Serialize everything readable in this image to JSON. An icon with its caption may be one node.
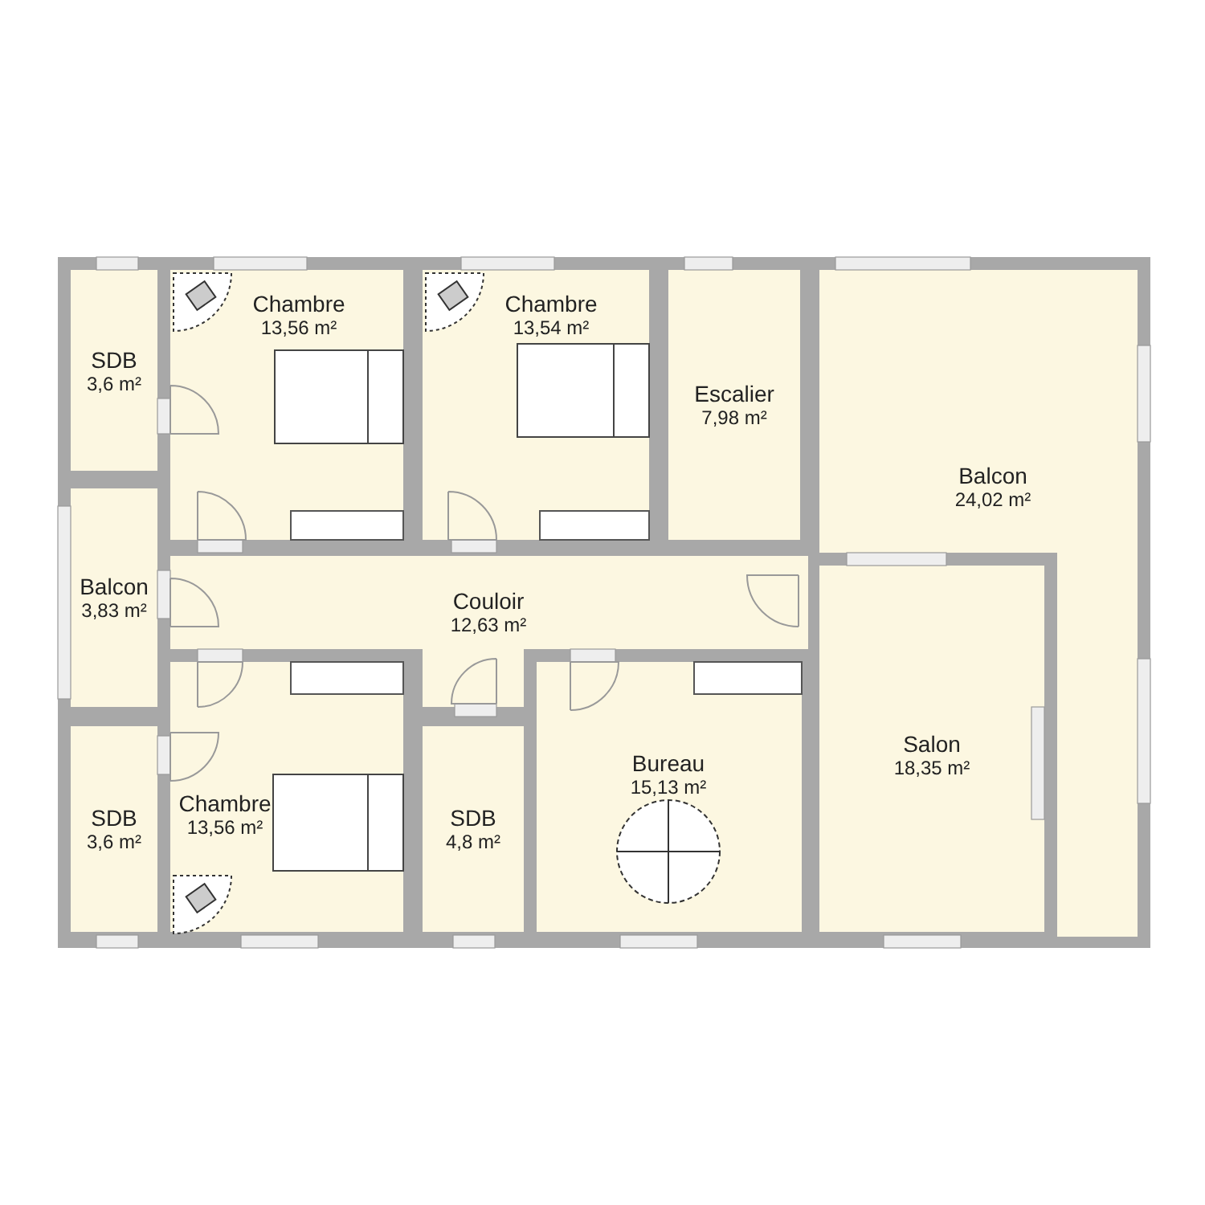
{
  "diagram": {
    "nodes": [
      {
        "text": [
          "SDB",
          "3,6 m²"
        ]
      },
      {
        "text": [
          "Chambre",
          "13,56 m²"
        ]
      },
      {
        "text": [
          "Chambre",
          "13,54 m²"
        ]
      },
      {
        "text": [
          "Escalier",
          "7,98 m²"
        ]
      },
      {
        "text": [
          "Balcon",
          "24,02 m²"
        ]
      },
      {
        "text": [
          "Balcon",
          "3,83 m²"
        ]
      },
      {
        "text": [
          "Couloir",
          "12,63 m²"
        ]
      },
      {
        "text": [
          "Chambre",
          "13,56 m²"
        ]
      },
      {
        "text": [
          "SDB",
          "3,6 m²"
        ]
      },
      {
        "text": [
          "SDB",
          "4,8 m²"
        ]
      },
      {
        "text": [
          "Bureau",
          "15,13 m²"
        ]
      },
      {
        "text": [
          "Salon",
          "18,35 m²"
        ]
      }
    ],
    "edges": []
  }
}
